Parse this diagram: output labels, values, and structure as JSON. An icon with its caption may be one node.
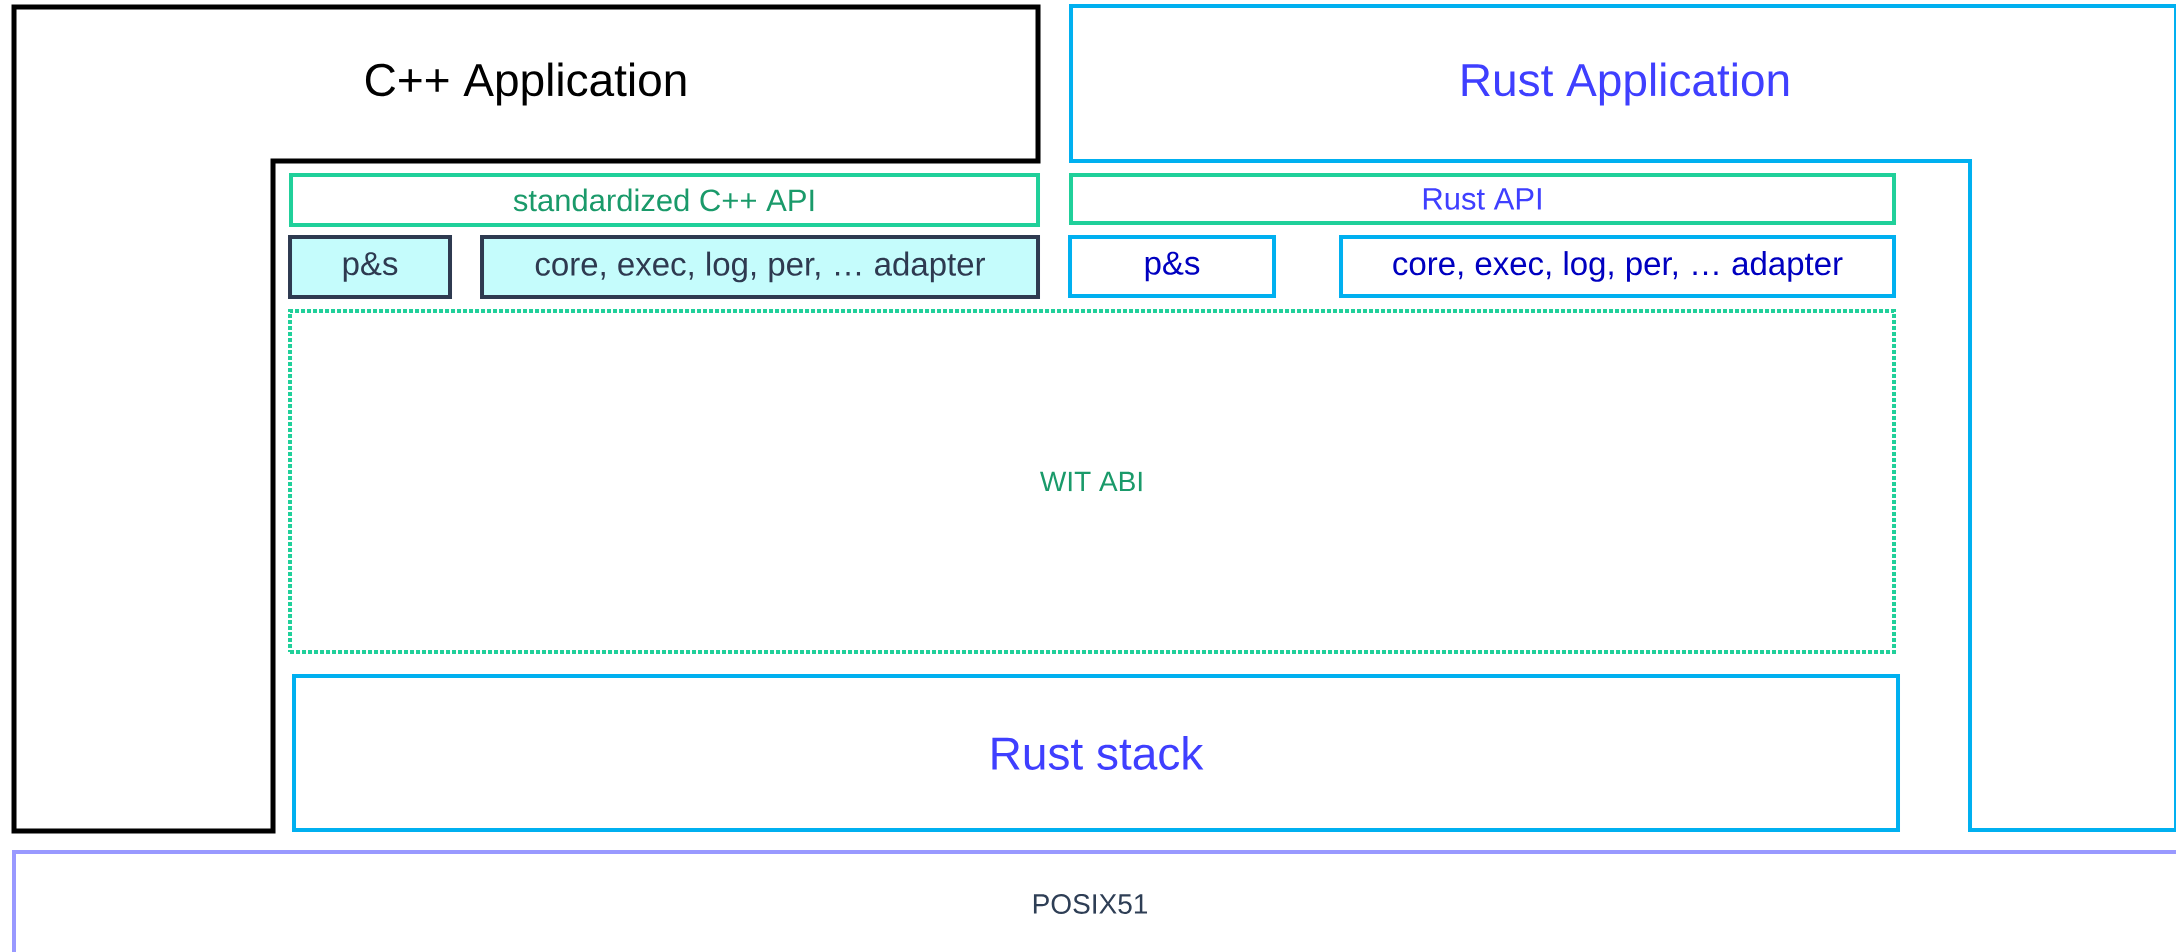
{
  "diagram": {
    "nodes": [
      {
        "text": [
          "C++ Application"
        ]
      },
      {
        "text": [
          "Rust Application"
        ]
      },
      {
        "text": [
          "standardized C++ API"
        ]
      },
      {
        "text": [
          "p&s"
        ]
      },
      {
        "text": [
          "core, exec, log, per, … adapter"
        ]
      },
      {
        "text": [
          "Rust API"
        ]
      },
      {
        "text": [
          "p&s"
        ]
      },
      {
        "text": [
          "core, exec, log, per, … adapter"
        ]
      },
      {
        "text": [
          "WIT ABI"
        ]
      },
      {
        "text": [
          "Rust stack"
        ]
      },
      {
        "text": [
          "POSIX51"
        ]
      }
    ]
  }
}
